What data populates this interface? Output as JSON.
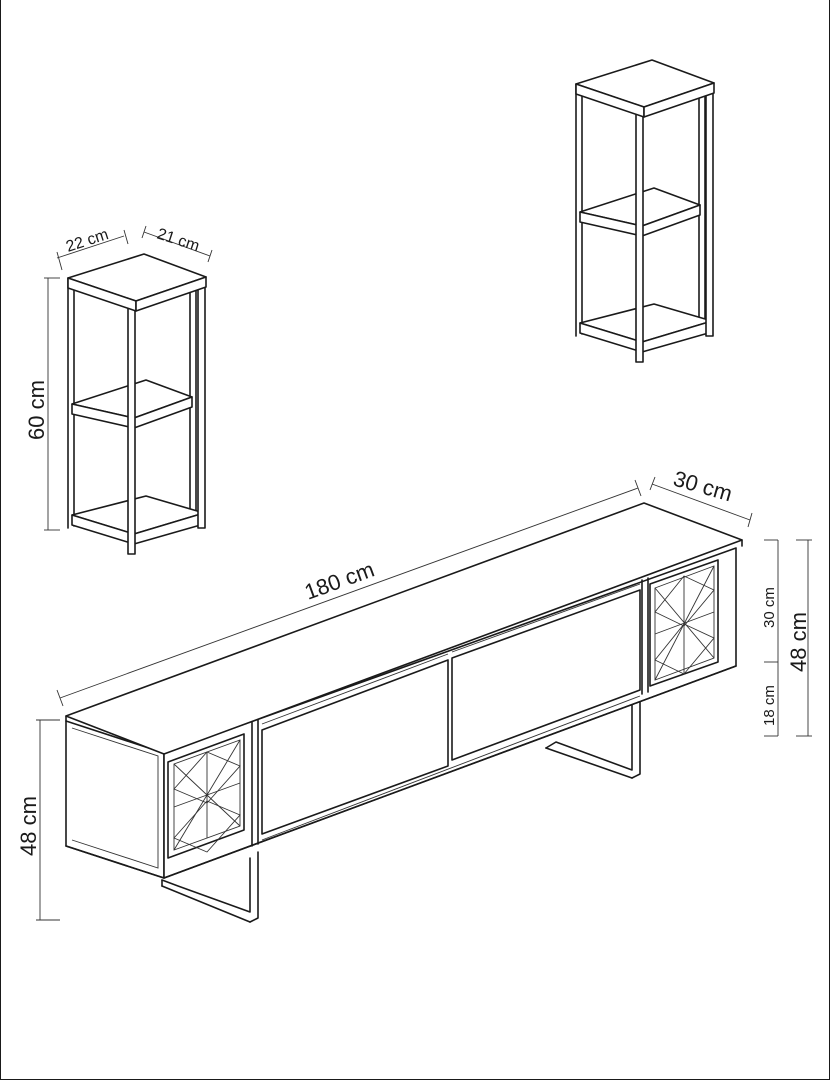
{
  "dimensions": {
    "shelf_width": "22 cm",
    "shelf_depth": "21 cm",
    "shelf_height": "60 cm",
    "tv_width": "180 cm",
    "tv_depth": "30 cm",
    "tv_height_left": "48 cm",
    "tv_height_right": "48 cm",
    "tv_body_height": "30 cm",
    "tv_leg_height": "18 cm"
  }
}
